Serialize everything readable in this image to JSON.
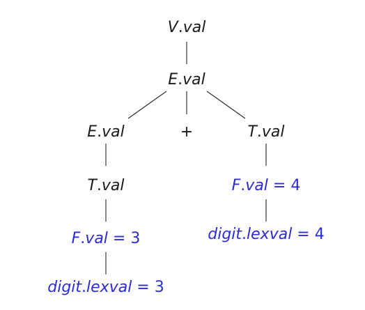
{
  "colors": {
    "plain": "#1a1a1a",
    "annotated": "#2b2bd9",
    "edge": "#222222"
  },
  "nodes": {
    "root": {
      "sym": "V",
      "dot": ".",
      "attr": "val",
      "eq": "",
      "num": ""
    },
    "expr": {
      "sym": "E",
      "dot": ".",
      "attr": "val",
      "eq": "",
      "num": ""
    },
    "expr_left": {
      "sym": "E",
      "dot": ".",
      "attr": "val",
      "eq": "",
      "num": ""
    },
    "plus": {
      "text": "+"
    },
    "term_right": {
      "sym": "T",
      "dot": ".",
      "attr": "val",
      "eq": "",
      "num": ""
    },
    "term_left": {
      "sym": "T",
      "dot": ".",
      "attr": "val",
      "eq": "",
      "num": ""
    },
    "factor_right": {
      "sym": "F",
      "dot": ".",
      "attr": "val",
      "eq": " = ",
      "num": "4"
    },
    "factor_left": {
      "sym": "F",
      "dot": ".",
      "attr": "val",
      "eq": " = ",
      "num": "3"
    },
    "digit_right": {
      "sym": "digit",
      "dot": ".",
      "attr": "lexval",
      "eq": " = ",
      "num": "4"
    },
    "digit_left": {
      "sym": "digit",
      "dot": ".",
      "attr": "lexval",
      "eq": " = ",
      "num": "3"
    }
  }
}
